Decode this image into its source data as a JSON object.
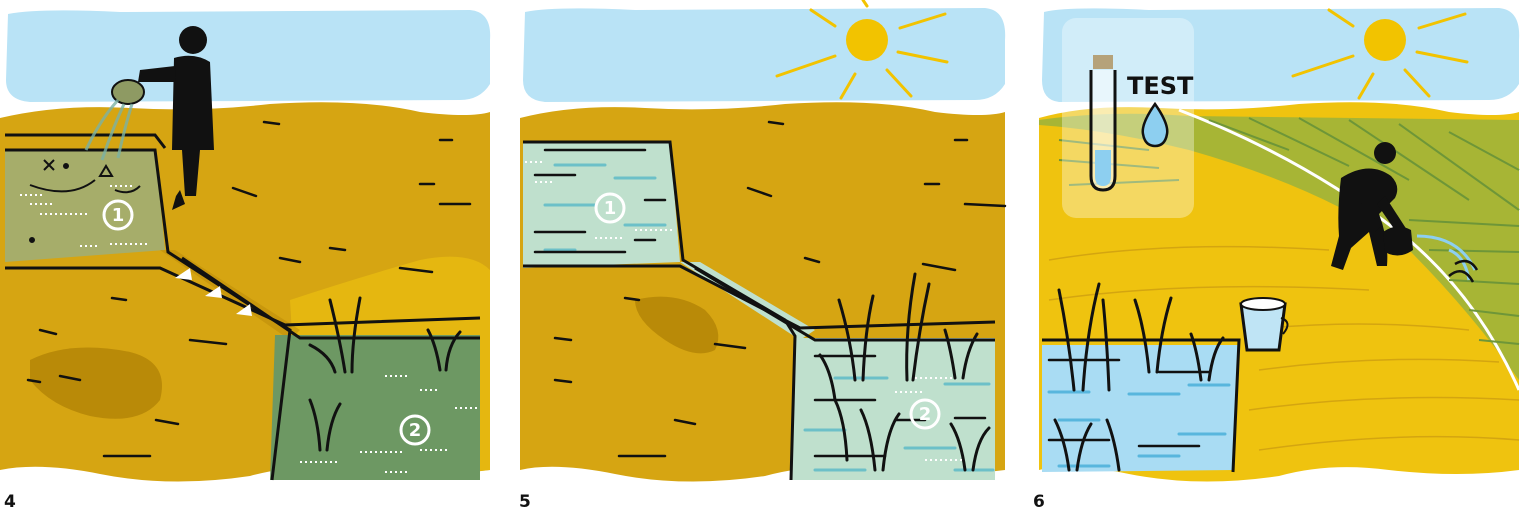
{
  "colors": {
    "sky": "#b9e3f6",
    "sky_dark": "#8dcff0",
    "field": "#d6a512",
    "field_light": "#efc30f",
    "field_dark": "#b98a08",
    "water_murky": "#a6ad6a",
    "water_green": "#6d9863",
    "water_clear": "#bfe0cd",
    "water_blue": "#a9dcf3",
    "crop_green": "#8fb043",
    "sun": "#f2c300",
    "outline": "#111111"
  },
  "panels": [
    {
      "number": "4",
      "markers": [
        "1",
        "2"
      ],
      "sun": false,
      "person": "pouring-bucket"
    },
    {
      "number": "5",
      "markers": [
        "1",
        "2"
      ],
      "sun": true,
      "person": "none"
    },
    {
      "number": "6",
      "markers": [],
      "sun": true,
      "person": "watering-crops",
      "test_label": "TEST"
    }
  ]
}
